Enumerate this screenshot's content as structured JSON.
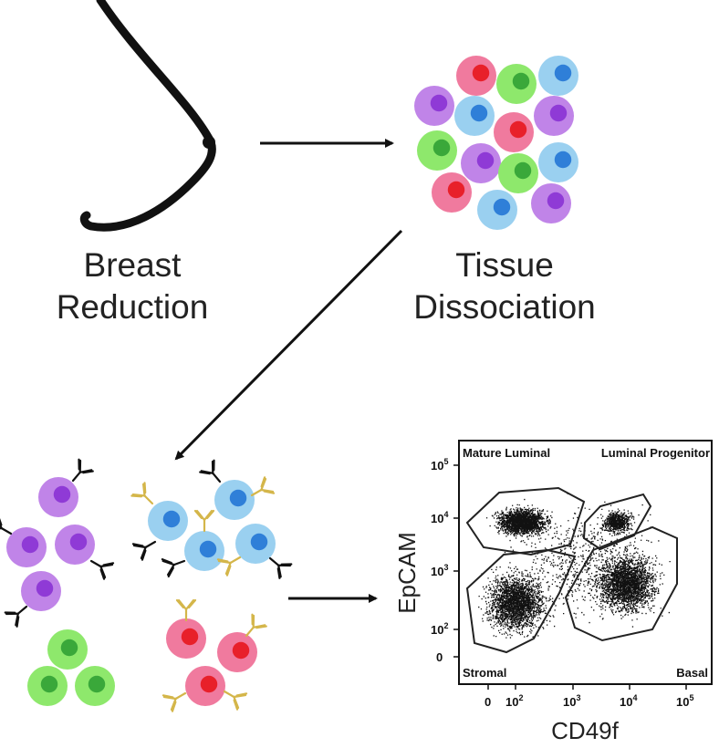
{
  "steps": {
    "breast": {
      "line1": "Breast",
      "line2": "Reduction"
    },
    "tissue": {
      "line1": "Tissue",
      "line2": "Dissociation"
    }
  },
  "colors": {
    "purple": {
      "outer": "#c084e8",
      "inner": "#8f3ad6"
    },
    "pink": {
      "outer": "#f07a9e",
      "inner": "#e8202a"
    },
    "green": {
      "outer": "#8ee86c",
      "inner": "#3aa83a"
    },
    "blue": {
      "outer": "#9ad0f0",
      "inner": "#2f7fd8"
    },
    "antibody_black": "#111111",
    "antibody_gold": "#d4b64a"
  },
  "facs": {
    "gates": {
      "mature_luminal": "Mature Luminal",
      "luminal_progenitor": "Luminal Progenitor",
      "stromal": "Stromal",
      "basal": "Basal"
    },
    "x_axis": {
      "label": "CD49f",
      "ticks": [
        {
          "base": "0",
          "exp": ""
        },
        {
          "base": "10",
          "exp": "2"
        },
        {
          "base": "10",
          "exp": "3"
        },
        {
          "base": "10",
          "exp": "4"
        },
        {
          "base": "10",
          "exp": "5"
        }
      ]
    },
    "y_axis": {
      "label": "EpCAM",
      "ticks": [
        {
          "base": "0",
          "exp": ""
        },
        {
          "base": "10",
          "exp": "2"
        },
        {
          "base": "10",
          "exp": "3"
        },
        {
          "base": "10",
          "exp": "4"
        },
        {
          "base": "10",
          "exp": "5"
        }
      ]
    }
  }
}
